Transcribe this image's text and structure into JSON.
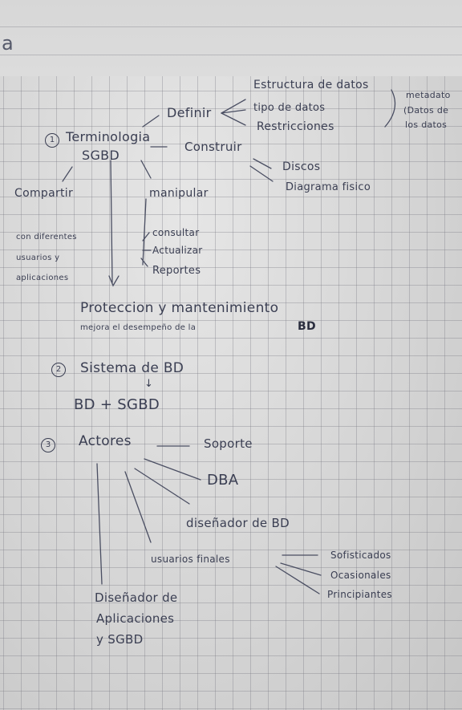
{
  "page_mark": "a",
  "items": {
    "n1": "1",
    "terminologia": "Terminologia",
    "sgbd": "SGBD",
    "definir": "Definir",
    "estructura": "Estructura de datos",
    "tipo": "tipo de datos",
    "restricciones": "Restricciones",
    "metadato": "metadato",
    "datos_de": "(Datos de",
    "los_datos": "los datos",
    "construir": "Construir",
    "discos": "Discos",
    "diagrama": "Diagrama fisico",
    "compartir": "Compartir",
    "con_diferentes": "con diferentes",
    "usuarios_y": "usuarios y",
    "aplicaciones": "aplicaciones",
    "manipular": "manipular",
    "consultar": "consultar",
    "actualizar": "Actualizar",
    "reportes": "Reportes",
    "proteccion": "Proteccion y mantenimiento",
    "mejora": "mejora el desempeño de la",
    "bd_bold": "BD",
    "n2": "2",
    "sistema": "Sistema de BD",
    "arrow": "↓",
    "bd_sgbd": "BD + SGBD",
    "n3": "3",
    "actores": "Actores",
    "soporte": "Soporte",
    "dba": "DBA",
    "disenador_bd": "diseñador de BD",
    "usuarios_finales": "usuarios finales",
    "sofisticados": "Sofisticados",
    "ocasionales": "Ocasionales",
    "principiantes": "Principiantes",
    "disenador_de": "Diseñador de",
    "aplicaciones_2": "Aplicaciones",
    "y_sgbd": "y SGBD"
  },
  "colors": {
    "paper": "#d9d9d9",
    "ink": "#3a3e52",
    "grid": "#8a8a96"
  }
}
